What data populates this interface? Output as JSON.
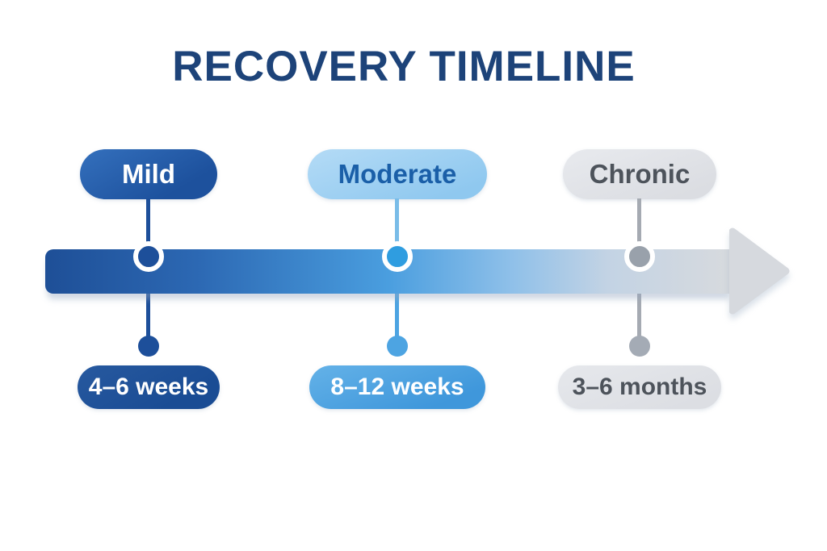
{
  "title": "RECOVERY TIMELINE",
  "title_color": "#1d4379",
  "timeline": {
    "direction": "left-to-right",
    "bar_gradient": [
      "#1e4f97",
      "#4a9edf",
      "#d7dade"
    ],
    "arrow_color": "#d6d9de"
  },
  "stages": [
    {
      "id": "mild",
      "label": "Mild",
      "duration": "4–6 weeks",
      "accent_color": "#1d4f9a",
      "label_pill_bg": "#1f55a0",
      "label_text_color": "#ffffff",
      "duration_pill_bg": "#1d4f99",
      "duration_text_color": "#ffffff"
    },
    {
      "id": "moderate",
      "label": "Moderate",
      "duration": "8–12 weeks",
      "accent_color": "#4da4e2",
      "label_pill_bg": "#9fd0f0",
      "label_text_color": "#1a5fa8",
      "duration_pill_bg": "#4ba1e2",
      "duration_text_color": "#ffffff"
    },
    {
      "id": "chronic",
      "label": "Chronic",
      "duration": "3–6 months",
      "accent_color": "#a4abb5",
      "label_pill_bg": "#e1e3e8",
      "label_text_color": "#4d535b",
      "duration_pill_bg": "#e0e2e7",
      "duration_text_color": "#4d535b"
    }
  ]
}
